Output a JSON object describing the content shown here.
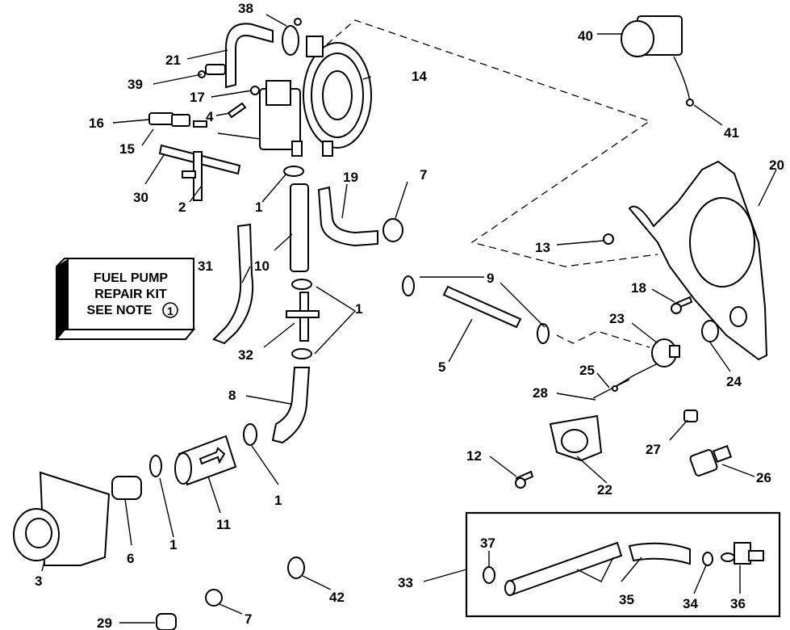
{
  "diagram": {
    "title": "Fuel Pump and Fuel Line Components",
    "kit_box": {
      "lines": [
        "FUEL PUMP",
        "REPAIR KIT",
        "SEE NOTE"
      ],
      "note_number": "1"
    },
    "callouts": [
      {
        "id": "c38",
        "text": "38"
      },
      {
        "id": "c21",
        "text": "21"
      },
      {
        "id": "c39",
        "text": "39"
      },
      {
        "id": "c17",
        "text": "17"
      },
      {
        "id": "c14",
        "text": "14"
      },
      {
        "id": "c4",
        "text": "4"
      },
      {
        "id": "c16",
        "text": "16"
      },
      {
        "id": "c15",
        "text": "15"
      },
      {
        "id": "c30",
        "text": "30"
      },
      {
        "id": "c2",
        "text": "2"
      },
      {
        "id": "c1a",
        "text": "1"
      },
      {
        "id": "c19",
        "text": "19"
      },
      {
        "id": "c7a",
        "text": "7"
      },
      {
        "id": "c31",
        "text": "31"
      },
      {
        "id": "c10",
        "text": "10"
      },
      {
        "id": "c1b",
        "text": "1"
      },
      {
        "id": "c32",
        "text": "32"
      },
      {
        "id": "c8",
        "text": "8"
      },
      {
        "id": "c1c",
        "text": "1"
      },
      {
        "id": "c1d",
        "text": "1"
      },
      {
        "id": "c11",
        "text": "11"
      },
      {
        "id": "c6",
        "text": "6"
      },
      {
        "id": "c3",
        "text": "3"
      },
      {
        "id": "c29",
        "text": "29"
      },
      {
        "id": "c7b",
        "text": "7"
      },
      {
        "id": "c42",
        "text": "42"
      },
      {
        "id": "c40",
        "text": "40"
      },
      {
        "id": "c41",
        "text": "41"
      },
      {
        "id": "c20",
        "text": "20"
      },
      {
        "id": "c13",
        "text": "13"
      },
      {
        "id": "c9",
        "text": "9"
      },
      {
        "id": "c18",
        "text": "18"
      },
      {
        "id": "c5",
        "text": "5"
      },
      {
        "id": "c23",
        "text": "23"
      },
      {
        "id": "c24",
        "text": "24"
      },
      {
        "id": "c25",
        "text": "25"
      },
      {
        "id": "c28",
        "text": "28"
      },
      {
        "id": "c27",
        "text": "27"
      },
      {
        "id": "c12",
        "text": "12"
      },
      {
        "id": "c22",
        "text": "22"
      },
      {
        "id": "c26",
        "text": "26"
      },
      {
        "id": "c33",
        "text": "33"
      },
      {
        "id": "c37",
        "text": "37"
      },
      {
        "id": "c35",
        "text": "35"
      },
      {
        "id": "c34",
        "text": "34"
      },
      {
        "id": "c36",
        "text": "36"
      }
    ]
  }
}
